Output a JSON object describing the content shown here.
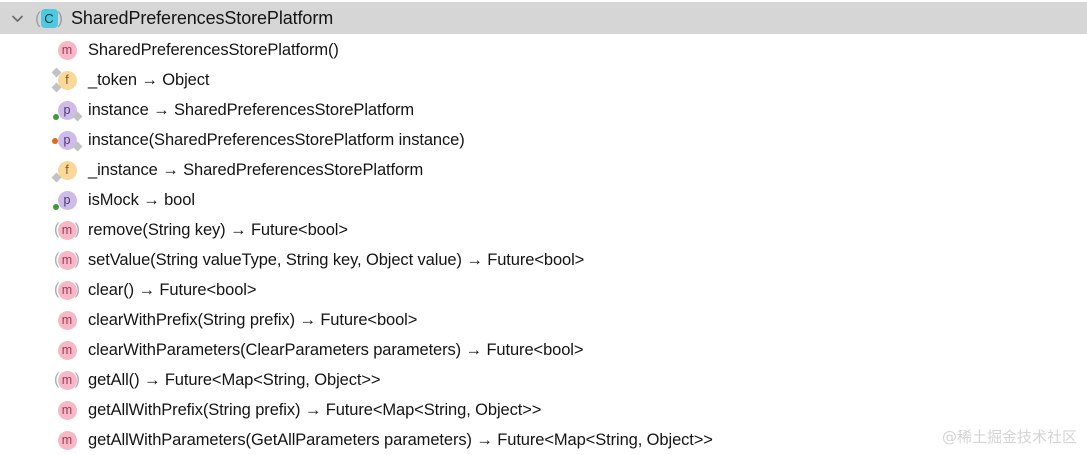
{
  "panel": {
    "name": "structure-tree",
    "expanded": true,
    "chevron_icon": "chevron-down-icon"
  },
  "class_node": {
    "icon": "class-icon",
    "icon_letter": "C",
    "abstract": true,
    "name": "SharedPreferencesStorePlatform",
    "selected": true
  },
  "members": [
    {
      "icon": "method-icon",
      "icon_letter": "m",
      "kind": "method",
      "abstract": false,
      "modifiers": [],
      "label": "SharedPreferencesStorePlatform()"
    },
    {
      "icon": "field-icon",
      "icon_letter": "f",
      "kind": "field",
      "abstract": false,
      "modifiers": [
        "static-diamond-top",
        "static-diamond-bottom"
      ],
      "label": "_token → Object"
    },
    {
      "icon": "property-icon",
      "icon_letter": "p",
      "kind": "property",
      "abstract": false,
      "modifiers": [
        "getter-dot",
        "static-diamond-right"
      ],
      "label": "instance → SharedPreferencesStorePlatform"
    },
    {
      "icon": "property-icon",
      "icon_letter": "p",
      "kind": "property",
      "abstract": false,
      "modifiers": [
        "setter-dot",
        "static-diamond-right"
      ],
      "label": "instance(SharedPreferencesStorePlatform instance)"
    },
    {
      "icon": "field-icon",
      "icon_letter": "f",
      "kind": "field",
      "abstract": false,
      "modifiers": [
        "static-diamond-bottom"
      ],
      "label": "_instance → SharedPreferencesStorePlatform"
    },
    {
      "icon": "property-icon",
      "icon_letter": "p",
      "kind": "property",
      "abstract": false,
      "modifiers": [
        "getter-dot"
      ],
      "label": "isMock → bool"
    },
    {
      "icon": "method-icon",
      "icon_letter": "m",
      "kind": "method",
      "abstract": true,
      "modifiers": [],
      "label": "remove(String key) → Future<bool>"
    },
    {
      "icon": "method-icon",
      "icon_letter": "m",
      "kind": "method",
      "abstract": true,
      "modifiers": [],
      "label": "setValue(String valueType, String key, Object value) → Future<bool>"
    },
    {
      "icon": "method-icon",
      "icon_letter": "m",
      "kind": "method",
      "abstract": true,
      "modifiers": [],
      "label": "clear() → Future<bool>"
    },
    {
      "icon": "method-icon",
      "icon_letter": "m",
      "kind": "method",
      "abstract": false,
      "modifiers": [],
      "label": "clearWithPrefix(String prefix) → Future<bool>"
    },
    {
      "icon": "method-icon",
      "icon_letter": "m",
      "kind": "method",
      "abstract": false,
      "modifiers": [],
      "label": "clearWithParameters(ClearParameters parameters) → Future<bool>"
    },
    {
      "icon": "method-icon",
      "icon_letter": "m",
      "kind": "method",
      "abstract": true,
      "modifiers": [],
      "label": "getAll() → Future<Map<String, Object>>"
    },
    {
      "icon": "method-icon",
      "icon_letter": "m",
      "kind": "method",
      "abstract": false,
      "modifiers": [],
      "label": "getAllWithPrefix(String prefix) → Future<Map<String, Object>>"
    },
    {
      "icon": "method-icon",
      "icon_letter": "m",
      "kind": "method",
      "abstract": false,
      "modifiers": [],
      "label": "getAllWithParameters(GetAllParameters parameters) → Future<Map<String, Object>>"
    }
  ],
  "watermark": {
    "text": "@稀土掘金技术社区"
  },
  "colors": {
    "selection_background": "#d6d6d6",
    "class_icon": "#4ec8de",
    "method_icon": "#f6b8c6",
    "field_icon": "#fad79a",
    "property_icon": "#cfbbe8",
    "getter_dot": "#3f9a3a",
    "setter_dot": "#e0691a",
    "static_diamond": "#c2c2c2",
    "text": "#141414",
    "watermark": "#d5d5d5"
  }
}
